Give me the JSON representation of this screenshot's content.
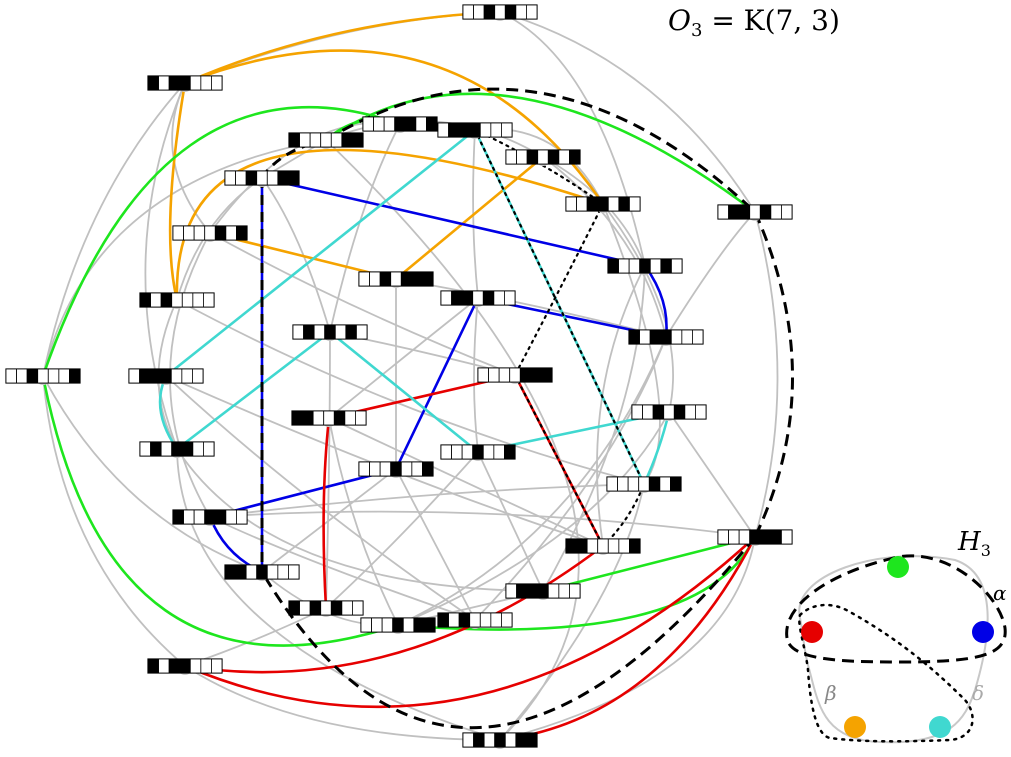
{
  "title": "O_3 = K(7,3)",
  "title_parts": {
    "main": "O",
    "sub": "3",
    "rest": " = K(7, 3)"
  },
  "hyper_label_parts": {
    "main": "H",
    "sub": "3"
  },
  "hyper_edge_labels": {
    "alpha": "α",
    "beta": "β",
    "delta": "δ"
  },
  "colors": {
    "gray": "#c0c0c0",
    "orange": "#f5a300",
    "green": "#1ee61e",
    "blue": "#0000e6",
    "red": "#e60000",
    "cyan": "#40d8d0",
    "black": "#000000"
  },
  "vertices": [
    {
      "id": "v0",
      "bits": "0010100"
    },
    {
      "id": "v1",
      "bits": "1011000"
    },
    {
      "id": "v2",
      "bits": "0001101"
    },
    {
      "id": "v3",
      "bits": "1000011"
    },
    {
      "id": "v4",
      "bits": "0111000"
    },
    {
      "id": "v5",
      "bits": "0010101"
    },
    {
      "id": "v6",
      "bits": "0010011"
    },
    {
      "id": "v7",
      "bits": "0011010"
    },
    {
      "id": "v8",
      "bits": "0110100"
    },
    {
      "id": "v9",
      "bits": "0000101"
    },
    {
      "id": "v10",
      "bits": "0010111"
    },
    {
      "id": "v11",
      "bits": "1001010"
    },
    {
      "id": "v12",
      "bits": "0110100"
    },
    {
      "id": "v13",
      "bits": "1010000"
    },
    {
      "id": "v14",
      "bits": "0101010"
    },
    {
      "id": "v15",
      "bits": "1011000"
    },
    {
      "id": "v16",
      "bits": "0010001"
    },
    {
      "id": "v17",
      "bits": "0111000"
    },
    {
      "id": "v18",
      "bits": "0000111"
    },
    {
      "id": "v19",
      "bits": "1100100"
    },
    {
      "id": "v20",
      "bits": "0010100"
    },
    {
      "id": "v21",
      "bits": "0101100"
    },
    {
      "id": "v22",
      "bits": "0001001"
    },
    {
      "id": "v23",
      "bits": "0001001"
    },
    {
      "id": "v24",
      "bits": "0000101"
    },
    {
      "id": "v25",
      "bits": "1001100"
    },
    {
      "id": "v26",
      "bits": "0001110"
    },
    {
      "id": "v27",
      "bits": "1100001"
    },
    {
      "id": "v28",
      "bits": "1101000"
    },
    {
      "id": "v29",
      "bits": "0111000"
    },
    {
      "id": "v30",
      "bits": "1010100"
    },
    {
      "id": "v31",
      "bits": "1010000"
    },
    {
      "id": "v32",
      "bits": "0001011"
    },
    {
      "id": "v33",
      "bits": "1011000"
    },
    {
      "id": "v34",
      "bits": "0101011"
    }
  ]
}
